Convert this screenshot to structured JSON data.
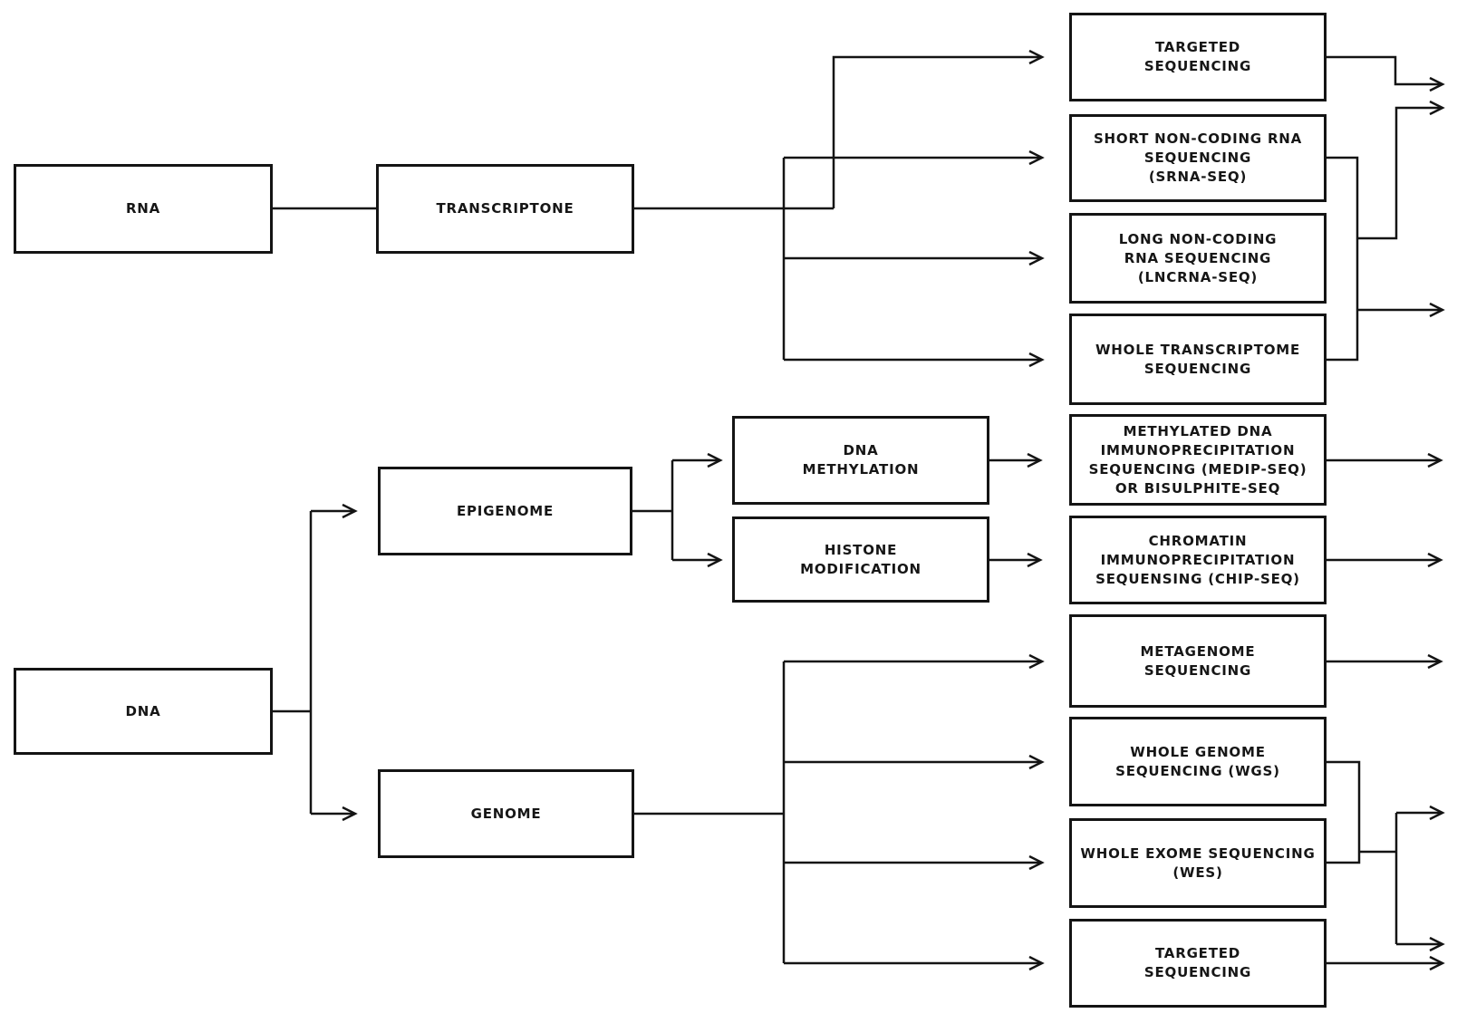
{
  "diagram": {
    "colors": {
      "background": "#ffffff",
      "line": "#141414",
      "box_fill": "#ffffff",
      "text": "#161616"
    },
    "nodes": {
      "rna": {
        "label": "RNA"
      },
      "transcriptone": {
        "label": "TRANSCRIPTONE"
      },
      "targeted_sequencing_rna": {
        "label": "TARGETED\nSEQUENCING"
      },
      "srna_seq": {
        "label": "SHORT NON-CODING RNA\nSEQUENCING\n(SRNA-SEQ)"
      },
      "lncrna_seq": {
        "label": "LONG NON-CODING\nRNA SEQUENCING\n(LNCRNA-SEQ)"
      },
      "whole_transcriptome": {
        "label": "WHOLE TRANSCRIPTOME\nSEQUENCING"
      },
      "epigenome": {
        "label": "EPIGENOME"
      },
      "dna_methylation": {
        "label": "DNA\nMETHYLATION"
      },
      "histone_modification": {
        "label": "HISTONE\nMODIFICATION"
      },
      "medip_seq": {
        "label": "METHYLATED DNA\nIMMUNOPRECIPITATION\nSEQUENCING (MEDIP-SEQ)\nOR BISULPHITE-SEQ"
      },
      "chip_seq": {
        "label": "CHROMATIN\nIMMUNOPRECIPITATION\nSEQUENSING (CHIP-SEQ)"
      },
      "dna": {
        "label": "DNA"
      },
      "genome": {
        "label": "GENOME"
      },
      "metagenome": {
        "label": "METAGENOME\nSEQUENCING"
      },
      "wgs": {
        "label": "WHOLE GENOME\nSEQUENCING (WGS)"
      },
      "wes": {
        "label": "WHOLE EXOME SEQUENCING\n(WES)"
      },
      "targeted_sequencing_dna": {
        "label": "TARGETED\nSEQUENCING"
      }
    },
    "edges": [
      {
        "from": "rna",
        "to": "transcriptone",
        "arrow": false
      },
      {
        "from": "transcriptone",
        "to": "targeted_sequencing_rna",
        "arrow": true
      },
      {
        "from": "transcriptone",
        "to": "srna_seq",
        "arrow": true
      },
      {
        "from": "transcriptone",
        "to": "lncrna_seq",
        "arrow": true
      },
      {
        "from": "transcriptone",
        "to": "whole_transcriptome",
        "arrow": true
      },
      {
        "from": "dna",
        "to": "epigenome",
        "arrow": true
      },
      {
        "from": "dna",
        "to": "genome",
        "arrow": true
      },
      {
        "from": "epigenome",
        "to": "dna_methylation",
        "arrow": true
      },
      {
        "from": "epigenome",
        "to": "histone_modification",
        "arrow": true
      },
      {
        "from": "dna_methylation",
        "to": "medip_seq",
        "arrow": true
      },
      {
        "from": "histone_modification",
        "to": "chip_seq",
        "arrow": true
      },
      {
        "from": "genome",
        "to": "metagenome",
        "arrow": true
      },
      {
        "from": "genome",
        "to": "wgs",
        "arrow": true
      },
      {
        "from": "genome",
        "to": "wes",
        "arrow": true
      },
      {
        "from": "genome",
        "to": "targeted_sequencing_dna",
        "arrow": true
      }
    ],
    "external_outputs": [
      {
        "source": "targeted_sequencing_rna",
        "arrows": 1
      },
      {
        "source": "srna_seq & whole_transcriptome merged",
        "arrows": 2
      },
      {
        "source": "medip_seq",
        "arrows": 1
      },
      {
        "source": "chip_seq",
        "arrows": 1
      },
      {
        "source": "metagenome",
        "arrows": 1
      },
      {
        "source": "wgs & wes merged",
        "arrows": 2
      },
      {
        "source": "targeted_sequencing_dna",
        "arrows": 1
      }
    ]
  }
}
